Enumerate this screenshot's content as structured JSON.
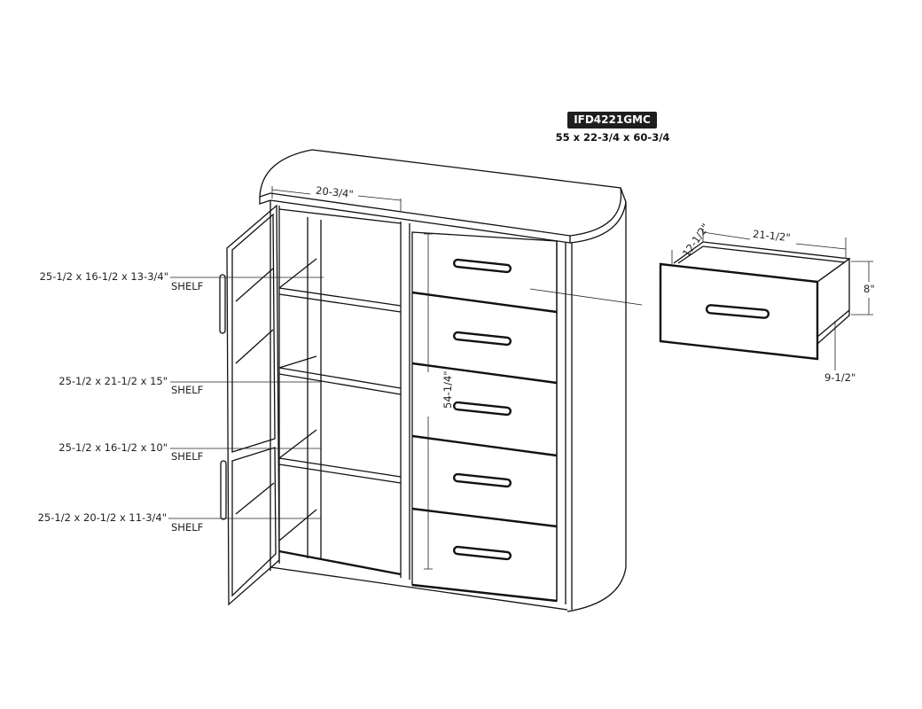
{
  "model": {
    "code": "IFD4221GMC",
    "overall_dimensions": "55 x 22-3/4 x 60-3/4"
  },
  "cabinet_dimensions": {
    "interior_width": "20-3/4\"",
    "interior_height": "54-1/4\""
  },
  "shelves": [
    {
      "size": "25-1/2 x 16-1/2 x 13-3/4\"",
      "type": "SHELF"
    },
    {
      "size": "25-1/2 x 21-1/2 x 15\"",
      "type": "SHELF"
    },
    {
      "size": "25-1/2 x 16-1/2 x 10\"",
      "type": "SHELF"
    },
    {
      "size": "25-1/2 x 20-1/2 x 11-3/4\"",
      "type": "SHELF"
    }
  ],
  "drawer": {
    "width": "21-1/2\"",
    "depth": "12-1/2\"",
    "height": "8\"",
    "front_height": "9-1/2\""
  }
}
